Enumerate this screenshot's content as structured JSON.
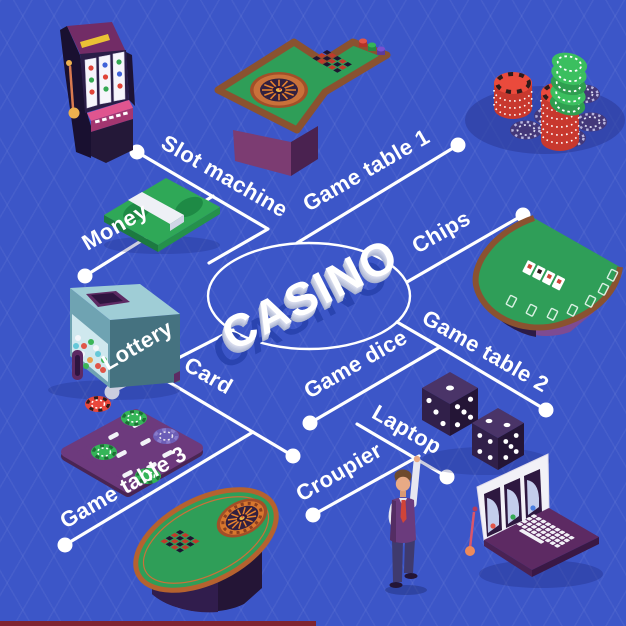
{
  "title": "CASINO",
  "nodes": [
    {
      "id": "slot-machine",
      "label": "Slot machine"
    },
    {
      "id": "money",
      "label": "Money"
    },
    {
      "id": "game-table-1",
      "label": "Game table 1"
    },
    {
      "id": "chips",
      "label": "Chips"
    },
    {
      "id": "lottery",
      "label": "Lottery"
    },
    {
      "id": "card",
      "label": "Card"
    },
    {
      "id": "game-table-2",
      "label": "Game table 2"
    },
    {
      "id": "game-dice",
      "label": "Game dice"
    },
    {
      "id": "game-table-3",
      "label": "Game table 3"
    },
    {
      "id": "laptop",
      "label": "Laptop"
    },
    {
      "id": "croupier",
      "label": "Croupier"
    }
  ],
  "illustrations": [
    "slot-machine-icon",
    "money-stack-icon",
    "roulette-table-icon",
    "casino-chips-icon",
    "blackjack-table-icon",
    "lottery-machine-icon",
    "card-mat-icon",
    "oval-roulette-table-icon",
    "dice-icon",
    "croupier-figure-icon",
    "laptop-slot-game-icon"
  ],
  "colors": {
    "background": "#3c56c8",
    "connector": "#ffffff",
    "label_text": "#ffffff",
    "title_shadow": "#2a44b0",
    "felt_green": "#2f9e58",
    "wood_brown": "#8a5230",
    "casino_purple": "#5d2a63",
    "dark_indigo": "#241536",
    "chip_red": "#e8473b",
    "chip_green": "#35b558",
    "money_green": "#2fa857",
    "shadow_blue": "#2b3a97",
    "bottom_strip": "#7e2430"
  }
}
